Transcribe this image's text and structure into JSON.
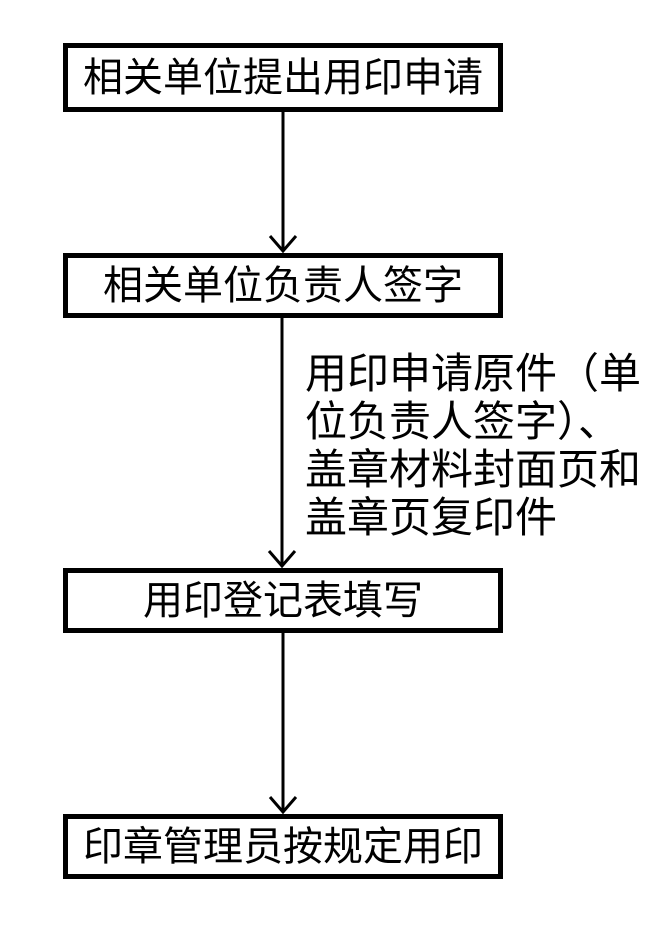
{
  "page": {
    "background_color": "#ffffff",
    "line_color": "#000000",
    "text_color": "#000000"
  },
  "flowchart": {
    "steps": [
      {
        "id": "step-1",
        "label": "相关单位提出用印申请"
      },
      {
        "id": "step-2",
        "label": "相关单位负责人签字"
      },
      {
        "id": "step-3",
        "label": "用印登记表填写"
      },
      {
        "id": "step-4",
        "label": "印章管理员按规定用印"
      }
    ],
    "connectors": [
      {
        "id": "connector-1",
        "from": "step-1",
        "to": "step-2",
        "direction": "down"
      },
      {
        "id": "connector-2",
        "from": "step-2",
        "to": "step-3",
        "direction": "down",
        "annotation_text": "用印申请原件（单位负责人签字）、盖章材料封面页和盖章页复印件",
        "annotation_lines": [
          "用印申请原件（单",
          "位负责人签字）、",
          "盖章材料封面页和",
          "盖章页复印件"
        ]
      },
      {
        "id": "connector-3",
        "from": "step-3",
        "to": "step-4",
        "direction": "down"
      }
    ]
  }
}
